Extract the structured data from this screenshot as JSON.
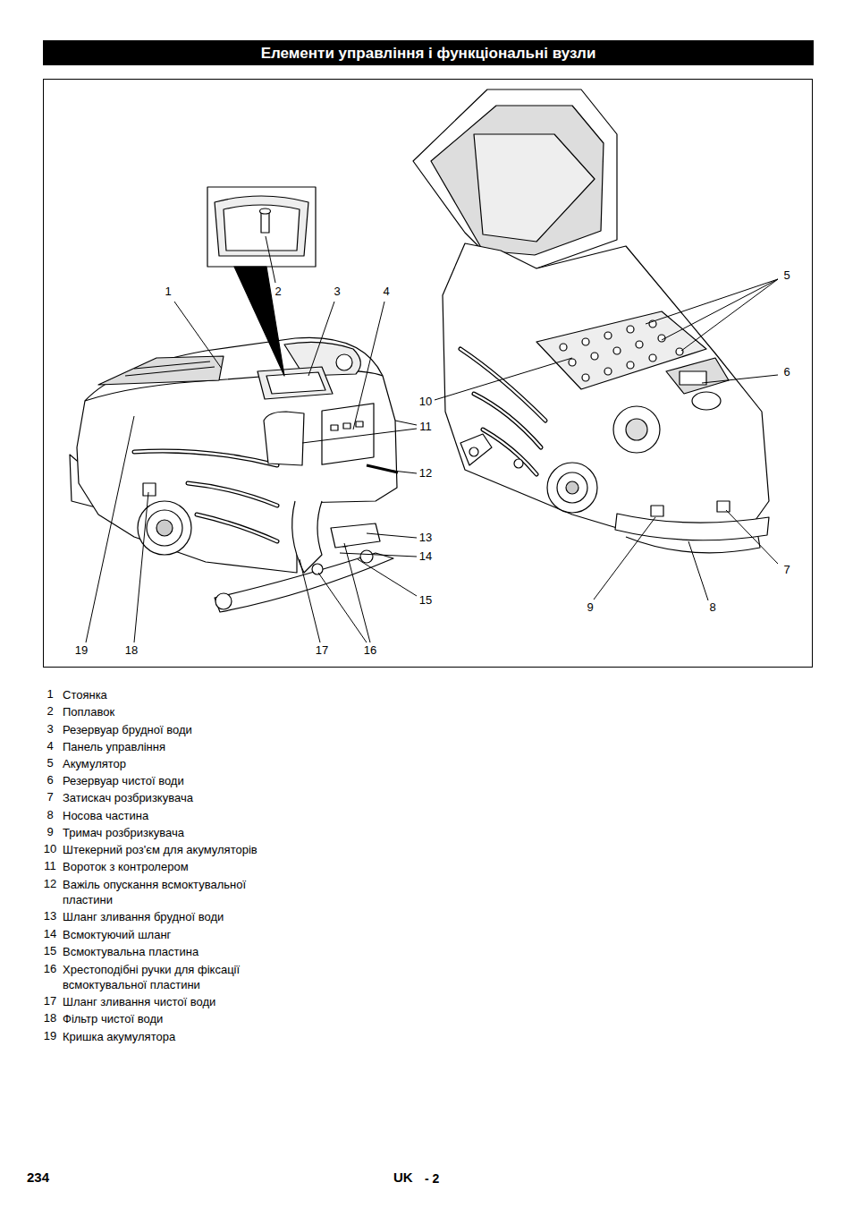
{
  "diagram": {
    "title": "Елементи управління і функціональні вузли",
    "labels": [
      "1",
      "2",
      "3",
      "4",
      "5",
      "6",
      "7",
      "8",
      "9",
      "10",
      "11",
      "12",
      "13",
      "14",
      "15",
      "16",
      "17",
      "18",
      "19",
      "1",
      "Стоянка",
      "2",
      "Поплавок",
      "3",
      "Резервуар брудної води",
      "4",
      "Панель управління",
      "5",
      "Акумулятор",
      "6",
      "Резервуар чистої води",
      "7",
      "Затискач розбризкувача",
      "8",
      "Носова частина",
      "9",
      "Тримач розбризкувача",
      "10",
      "Штекерний роз'єм для акумуляторів",
      "11",
      "Вороток з контролером",
      "12",
      "Важіль опускання всмоктувальної пластини",
      "13",
      "Шланг зливання брудної води",
      "14",
      "Всмоктуючий шланг",
      "15",
      "Всмоктувальна пластина",
      "16",
      "Хрестоподібні ручки для фіксації всмоктувальної пластини",
      "17",
      "Шланг зливання чистої води",
      "18",
      "Фільтр чистої води",
      "19",
      "Кришка акумулятора",
      "234",
      "UK",
      "- 2"
    ]
  }
}
